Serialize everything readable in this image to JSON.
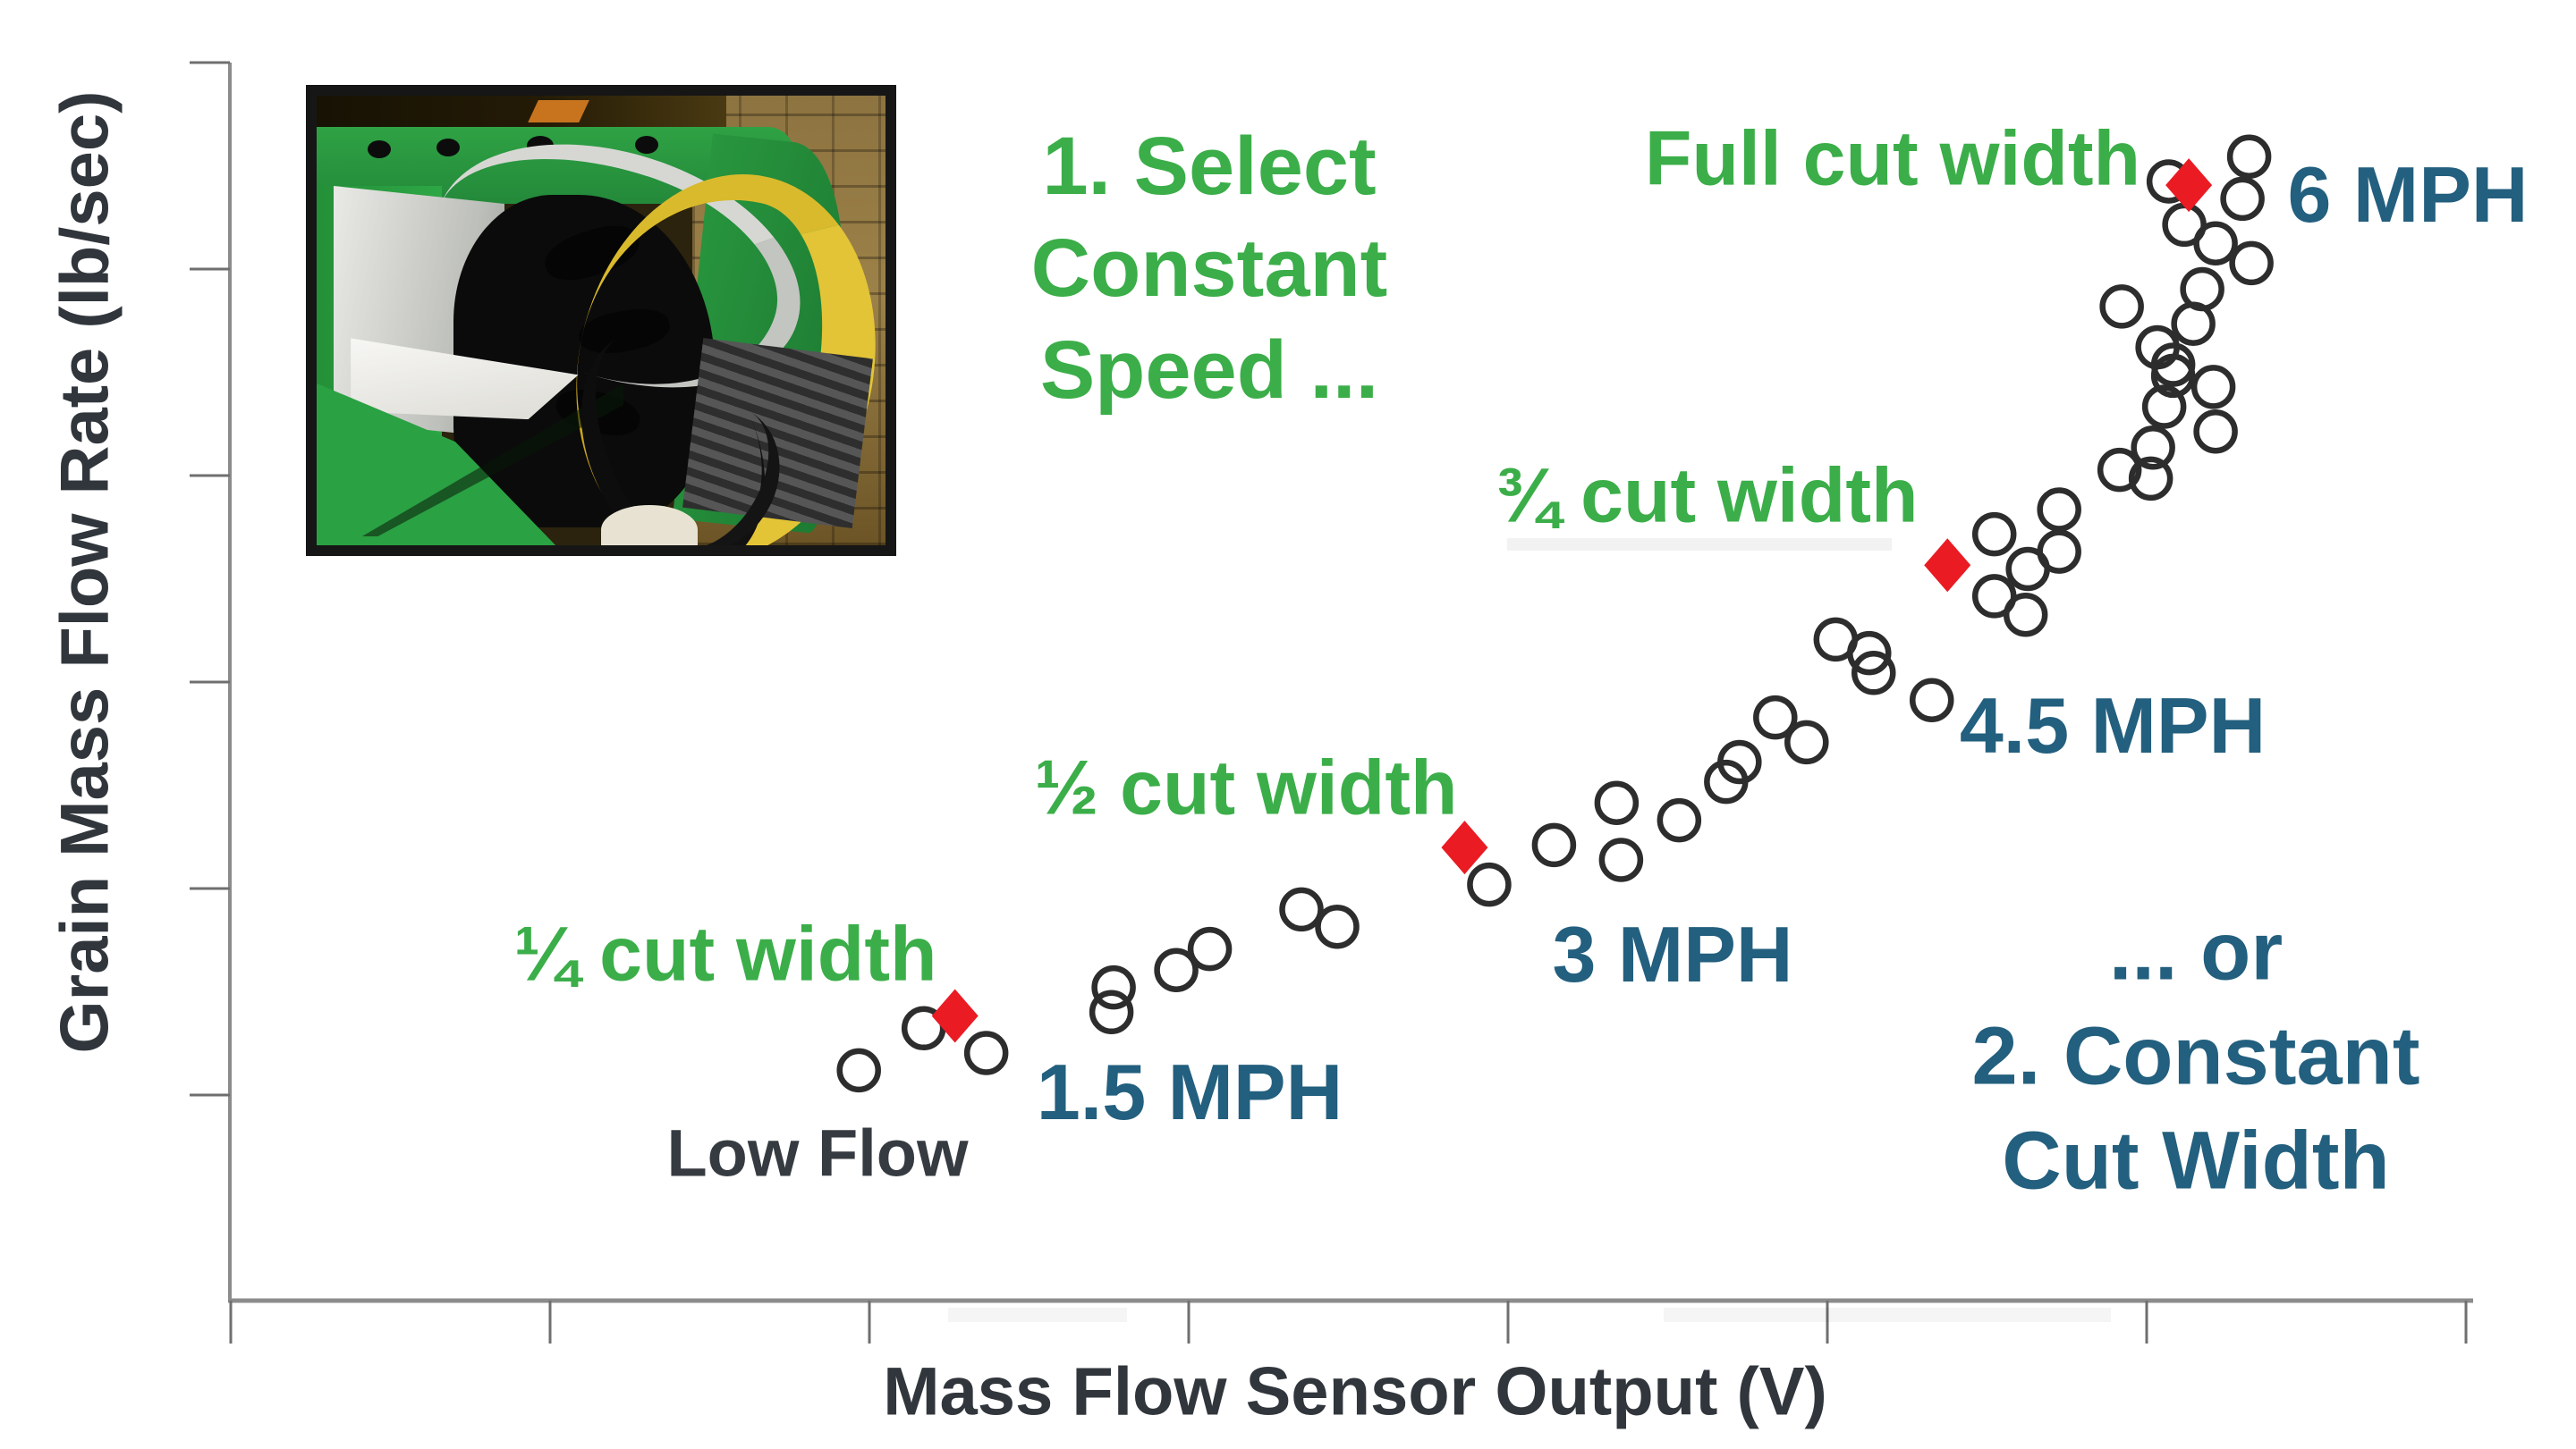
{
  "chart_data": {
    "type": "scatter",
    "title": "",
    "xlabel": "Mass Flow Sensor Output (V)",
    "ylabel": "Grain Mass Flow Rate (lb/sec)",
    "x_axis": {
      "tick_count": 8,
      "tick_labels": [],
      "numeric_labels_visible": false
    },
    "y_axis": {
      "tick_count": 6,
      "tick_labels": [],
      "numeric_labels_visible": false
    },
    "gridlines": false,
    "legend": null,
    "axis_range_norm": {
      "x": [
        0,
        1
      ],
      "y": [
        0,
        1
      ]
    },
    "series": [
      {
        "name": "grain-flow-samples",
        "marker": "open-circle",
        "points_norm": [
          [
            0.281,
            0.186
          ],
          [
            0.31,
            0.22
          ],
          [
            0.338,
            0.2
          ],
          [
            0.395,
            0.253
          ],
          [
            0.394,
            0.233
          ],
          [
            0.423,
            0.267
          ],
          [
            0.438,
            0.284
          ],
          [
            0.479,
            0.316
          ],
          [
            0.495,
            0.302
          ],
          [
            0.563,
            0.336
          ],
          [
            0.592,
            0.368
          ],
          [
            0.62,
            0.402
          ],
          [
            0.622,
            0.356
          ],
          [
            0.648,
            0.388
          ],
          [
            0.669,
            0.419
          ],
          [
            0.675,
            0.435
          ],
          [
            0.691,
            0.471
          ],
          [
            0.705,
            0.451
          ],
          [
            0.718,
            0.534
          ],
          [
            0.733,
            0.523
          ],
          [
            0.735,
            0.507
          ],
          [
            0.761,
            0.485
          ],
          [
            0.789,
            0.619
          ],
          [
            0.818,
            0.639
          ],
          [
            0.818,
            0.605
          ],
          [
            0.804,
            0.591
          ],
          [
            0.789,
            0.569
          ],
          [
            0.803,
            0.554
          ],
          [
            0.845,
            0.671
          ],
          [
            0.859,
            0.664
          ],
          [
            0.86,
            0.689
          ],
          [
            0.865,
            0.722
          ],
          [
            0.869,
            0.747
          ],
          [
            0.887,
            0.738
          ],
          [
            0.888,
            0.702
          ],
          [
            0.846,
            0.803
          ],
          [
            0.862,
            0.77
          ],
          [
            0.869,
            0.756
          ],
          [
            0.878,
            0.789
          ],
          [
            0.882,
            0.817
          ],
          [
            0.874,
            0.869
          ],
          [
            0.888,
            0.854
          ],
          [
            0.867,
            0.904
          ],
          [
            0.9,
            0.89
          ],
          [
            0.903,
            0.924
          ],
          [
            0.904,
            0.838
          ]
        ]
      },
      {
        "name": "cut-width-calibration-points",
        "marker": "filled-diamond",
        "points_norm": [
          {
            "x": 0.324,
            "y": 0.23,
            "label": "¼ cut width"
          },
          {
            "x": 0.552,
            "y": 0.366,
            "label": "½ cut width"
          },
          {
            "x": 0.768,
            "y": 0.594,
            "label": "¾ cut width"
          },
          {
            "x": 0.876,
            "y": 0.901,
            "label": "Full cut width"
          }
        ]
      }
    ]
  },
  "annotations": {
    "method1": {
      "line1": "1. Select",
      "line2": "Constant",
      "line3": "Speed ..."
    },
    "method2": {
      "line1": "... or",
      "line2": "2. Constant",
      "line3": "Cut Width"
    },
    "cut_width_labels": {
      "quarter": "¼ cut width",
      "half": "½ cut width",
      "three_quarter": "¾ cut width",
      "full": "Full cut width"
    },
    "speed_labels": {
      "mph_1_5": "1.5 MPH",
      "mph_3": "3 MPH",
      "mph_4_5": "4.5 MPH",
      "mph_6": "6 MPH"
    },
    "low_flow": "Low Flow"
  },
  "colors": {
    "annotation_green": "#3bae49",
    "annotation_teal": "#235f7e",
    "marker_red": "#ea1b23",
    "circle_stroke": "#2d2d2d",
    "axis_gray": "#8c8c8c",
    "tick_gray": "#6f6f6f",
    "axis_text_dark": "#31363c"
  }
}
